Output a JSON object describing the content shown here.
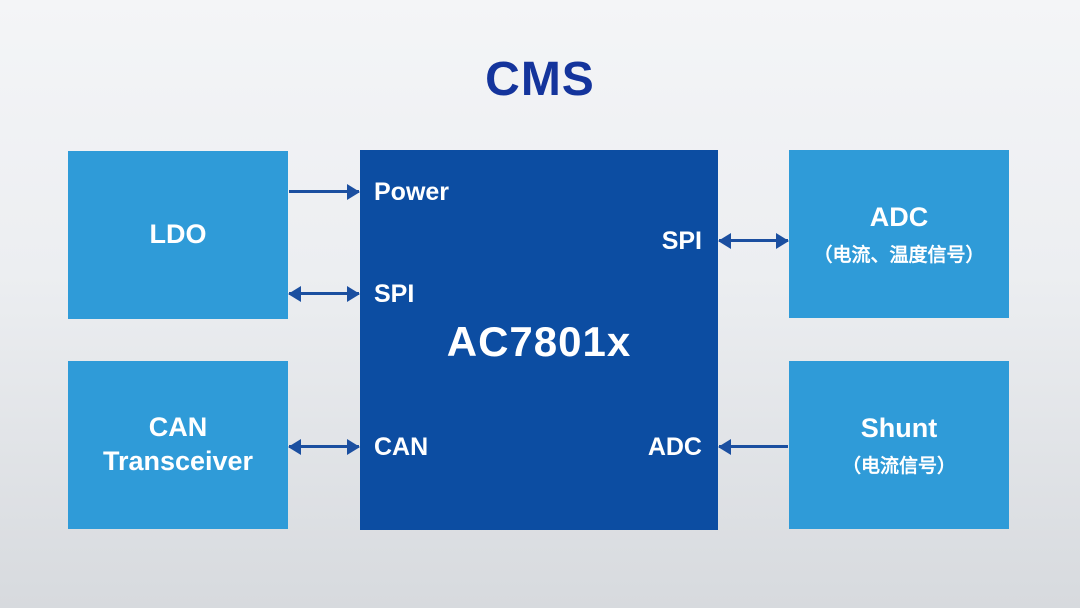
{
  "title": "CMS",
  "colors": {
    "title": "#14349C",
    "center_box": "#0C4DA2",
    "side_box": "#2F9BD8",
    "arrow": "#1B4FA0"
  },
  "center": {
    "chip_label": "AC7801x",
    "pins": {
      "power": "Power",
      "spi_left": "SPI",
      "spi_right": "SPI",
      "can": "CAN",
      "adc": "ADC"
    }
  },
  "left_blocks": [
    {
      "label": "LDO"
    },
    {
      "label": "CAN Transceiver"
    }
  ],
  "right_blocks": [
    {
      "label": "ADC",
      "sublabel": "（电流、温度信号）"
    },
    {
      "label": "Shunt",
      "sublabel": "（电流信号）"
    }
  ],
  "connections": [
    {
      "from": "LDO",
      "to": "Power",
      "direction": "right"
    },
    {
      "from": "LDO",
      "to": "SPI",
      "direction": "both"
    },
    {
      "from": "SPI",
      "to": "ADC (电流、温度信号)",
      "direction": "both"
    },
    {
      "from": "CAN Transceiver",
      "to": "CAN",
      "direction": "both"
    },
    {
      "from": "Shunt (电流信号)",
      "to": "ADC",
      "direction": "left"
    }
  ]
}
